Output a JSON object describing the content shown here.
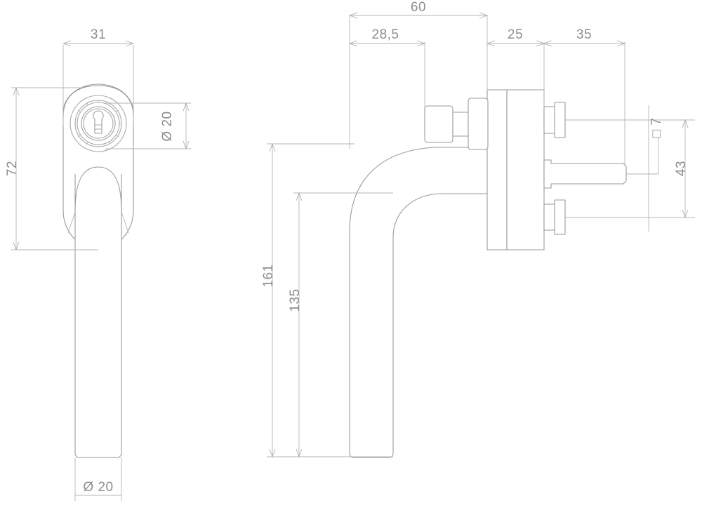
{
  "drawing": {
    "title": "Window handle technical drawing",
    "line_color": "#9a9a9a",
    "dim_line_color": "#b5b5b5",
    "text_color": "#8e8e8e",
    "background": "#ffffff"
  },
  "views": {
    "front": {
      "name": "front-view",
      "dimensions": {
        "width": "31",
        "height": "72",
        "rosette_diameter": "Ø 20",
        "shaft_diameter": "Ø 20"
      }
    },
    "side": {
      "name": "side-view",
      "dimensions": {
        "total_depth": "60",
        "depth_to_button": "28,5",
        "plate_offset": "25",
        "spindle_length": "35",
        "total_height": "161",
        "handle_height": "135",
        "spindle_square": "□ 7",
        "screw_spacing": "43"
      }
    }
  },
  "labels": {
    "d31": "31",
    "d72": "72",
    "d20_top": "Ø 20",
    "d20_bottom": "Ø 20",
    "d60": "60",
    "d285": "28,5",
    "d25": "25",
    "d35": "35",
    "d161": "161",
    "d135": "135",
    "sq7": "□ 7",
    "d43": "43"
  }
}
